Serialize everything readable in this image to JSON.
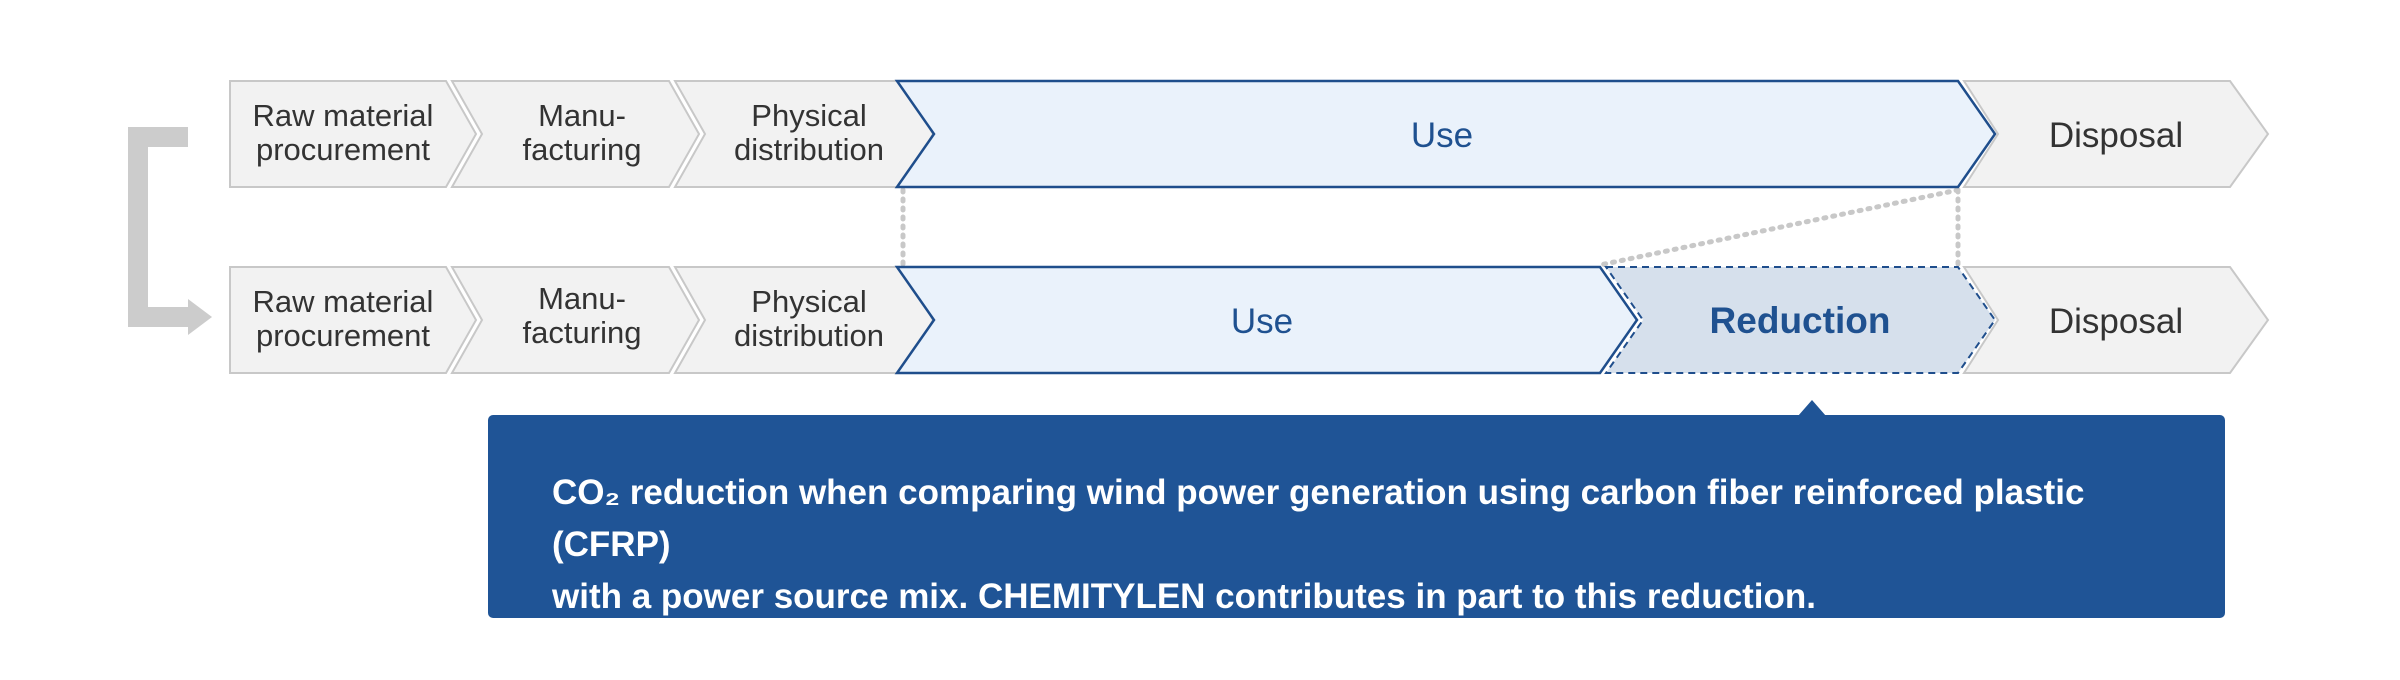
{
  "colors": {
    "stage_fill": "#f2f2f2",
    "stage_stroke": "#c8c8c8",
    "use_fill": "#eaf2fb",
    "use_stroke": "#1f4e8c",
    "reduction_fill": "#d6e0ec",
    "callout_bg": "#1f5496",
    "arrow_gray": "#cccccc",
    "dotted_gray": "#c8c8c8"
  },
  "top_row": {
    "raw_material": [
      "Raw material",
      "procurement"
    ],
    "manufacturing": [
      "Manu-",
      "facturing"
    ],
    "distribution": [
      "Physical",
      "distribution"
    ],
    "use": "Use",
    "disposal": "Disposal"
  },
  "bottom_row": {
    "raw_material": [
      "Raw material",
      "procurement"
    ],
    "manufacturing": [
      "Manu-",
      "facturing"
    ],
    "distribution": [
      "Physical",
      "distribution"
    ],
    "use": "Use",
    "reduction": "Reduction",
    "disposal": "Disposal"
  },
  "callout": {
    "line1": "CO₂ reduction when comparing wind power generation using carbon fiber reinforced plastic (CFRP)",
    "line2": "with a power source mix. CHEMITYLEN contributes in part to this reduction."
  }
}
